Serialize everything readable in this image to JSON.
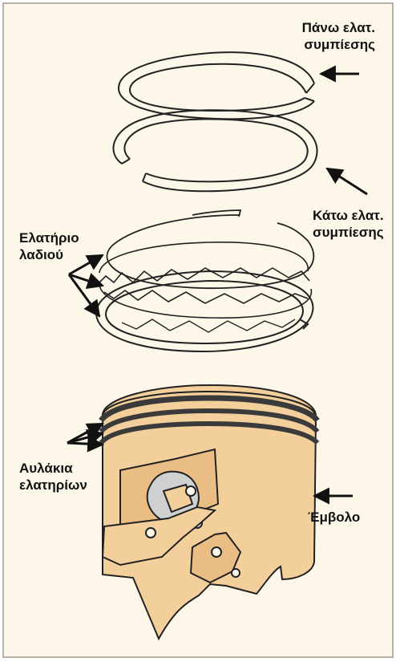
{
  "labels": {
    "top_ring": [
      "Πάνω ελατ.",
      "συμπίεσης"
    ],
    "bottom_ring": [
      "Κάτω ελατ.",
      "συμπίεσης"
    ],
    "oil_ring": [
      "Ελατήριο",
      "λαδιού"
    ],
    "grooves": [
      "Αυλάκια",
      "ελατηρίων"
    ],
    "piston": "Έμβολο"
  },
  "colors": {
    "panel_background": "#fdf7ea",
    "panel_border": "#b8b2a6",
    "piston_fill": "#f3cf9c",
    "ring_stroke": "#222222",
    "arrow": "#111111"
  }
}
